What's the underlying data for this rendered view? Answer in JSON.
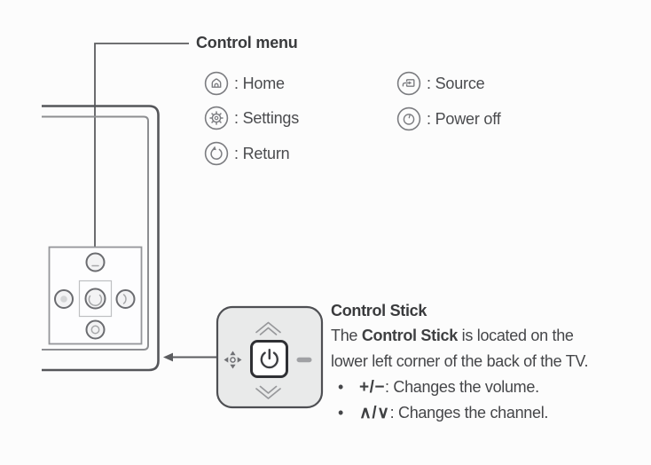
{
  "control_menu": {
    "title": "Control menu",
    "items": [
      {
        "icon": "home-icon",
        "label": ": Home"
      },
      {
        "icon": "settings-icon",
        "label": ": Settings"
      },
      {
        "icon": "return-icon",
        "label": ": Return"
      },
      {
        "icon": "source-icon",
        "label": ": Source"
      },
      {
        "icon": "power-off-icon",
        "label": ": Power off"
      }
    ]
  },
  "control_stick": {
    "title": "Control Stick",
    "desc_pre": "The ",
    "desc_bold": "Control Stick",
    "desc_post": " is located on the",
    "desc_line2": "lower left corner of the back of the TV.",
    "bullets": [
      {
        "dot": "•",
        "symbols": "+/−",
        "text": ": Changes the volume."
      },
      {
        "dot": "•",
        "symbols": "∧/∨",
        "text": ": Changes the channel."
      }
    ]
  },
  "diagram_icons": [
    "tv-back-outline",
    "control-pad",
    "pointer-line",
    "arrow-to-tv",
    "control-stick-body",
    "channel-up-chevron-icon",
    "channel-down-chevron-icon",
    "move-4way-icon",
    "volume-minus-icon",
    "power-button-icon"
  ],
  "colors": {
    "background": "#fcfcfc",
    "outline_dark": "#55565a",
    "outline_light": "#8d8e91",
    "stick_fill": "#e9eaea",
    "stick_border": "#4e4f53",
    "power_square_border": "#2f3034",
    "icon_stroke": "#7b7c80",
    "text_dark": "#3a3b3d",
    "text_body": "#48494b"
  }
}
